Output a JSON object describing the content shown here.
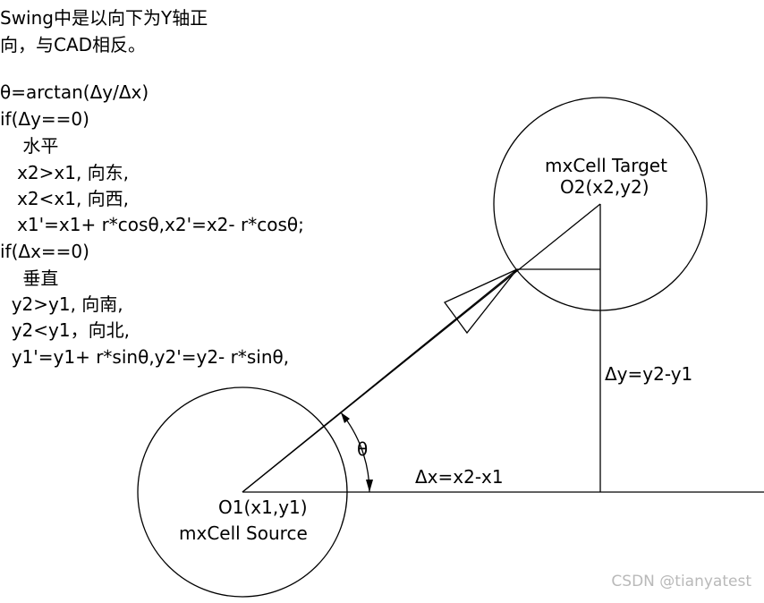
{
  "notes": {
    "lines": [
      "Swing中是以向下为Y轴正",
      "向，与CAD相反。",
      "",
      "θ=arctan(Δy/Δx)",
      "if(Δy==0)",
      "    水平",
      "   x2>x1, 向东,",
      "   x2<x1, 向西,",
      "   x1'=x1+ r*cosθ,x2'=x2- r*cosθ;",
      "if(Δx==0)",
      "    垂直",
      "  y2>y1, 向南,",
      "  y2<y1，向北,",
      "  y1'=y1+ r*sinθ,y2'=y2- r*sinθ,"
    ]
  },
  "diagram": {
    "source_title": "mxCell Source",
    "source_point": "O1(x1,y1)",
    "target_title": "mxCell Target",
    "target_point": "O2(x2,y2)",
    "angle_label": "θ",
    "dx_label": "Δx=x2-x1",
    "dy_label": "Δy=y2-y1"
  },
  "watermark": "CSDN @tianyatest",
  "colors": {
    "stroke": "#000000",
    "watermark": "#b9b9b9",
    "background": "#ffffff"
  }
}
